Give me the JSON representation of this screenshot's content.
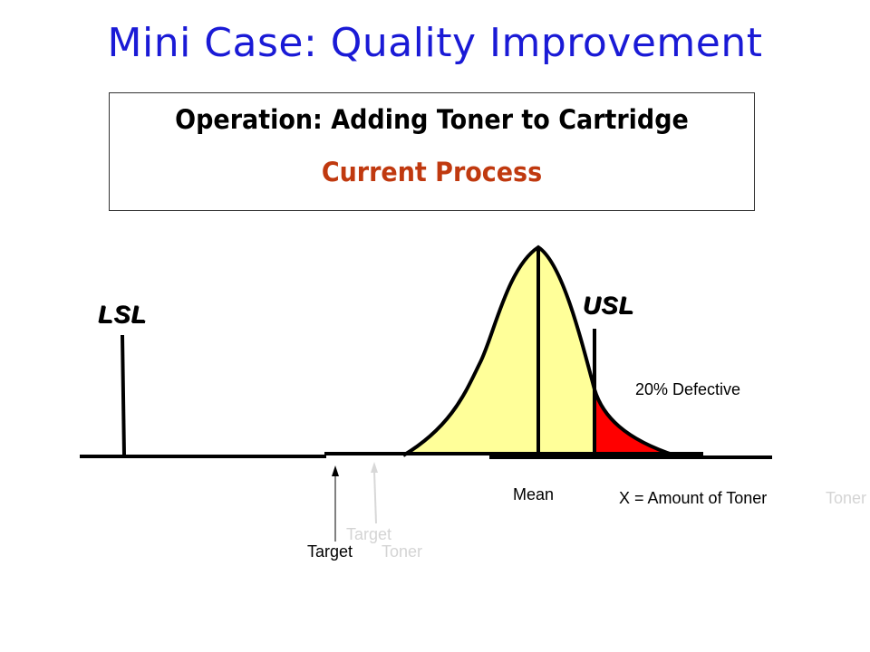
{
  "slide": {
    "title": "Mini Case: Quality Improvement",
    "operation": "Operation: Adding Toner to Cartridge",
    "process": "Current Process"
  },
  "diagram": {
    "lsl_label": "LSL",
    "usl_label": "USL",
    "defect_label": "20% Defective",
    "mean_label": "Mean",
    "x_axis_label": "X = Amount of Toner",
    "x_axis_ghost": "Toner",
    "target_label": "Target",
    "target_ghost_upper": "Target",
    "target_ghost_lower": "Toner",
    "defective_percent": 20,
    "colors": {
      "title": "#1a1ad6",
      "process": "#c0390f",
      "curve_fill": "#ffff99",
      "defect_fill": "#ff0000",
      "ghost_text": "#d4d4d4"
    }
  }
}
